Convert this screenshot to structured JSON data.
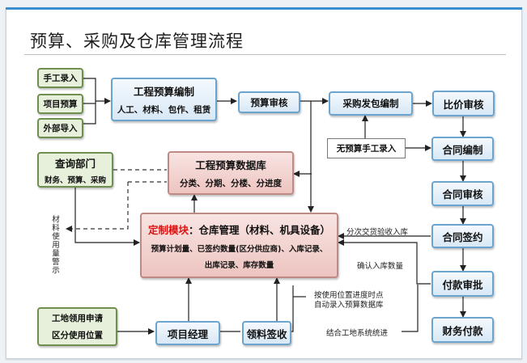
{
  "title": "预算、采购及仓库管理流程",
  "inputs": [
    "手工录入",
    "项目预算",
    "外部导入"
  ],
  "budget_compile": {
    "title": "工程预算编制",
    "detail": "人工、材料、包作、租赁"
  },
  "budget_review": "预算审核",
  "purchase_compile": "采购发包编制",
  "price_review": "比价审核",
  "no_budget_entry": "无预算手工录入",
  "contract_compile": "合同编制",
  "contract_review": "合同审核",
  "contract_sign": "合同签约",
  "payment_review": "付款审批",
  "finance_payment": "财务付款",
  "query_dept": {
    "title": "查询部门",
    "detail": "财务、预算、采购"
  },
  "budget_db": {
    "title": "工程预算数据库",
    "detail": "分类、分期、分楼、分进度"
  },
  "warehouse": {
    "prefix": "定制模块",
    "title": "：仓库管理（材料、机具设备）",
    "line1": "预算计划量、已签约数量(区分供应商)、入库记录、",
    "line2": "出库记录、库存数量"
  },
  "site_request": {
    "line1": "工地领用申请",
    "line2": "区分使用位置"
  },
  "project_manager": "项目经理",
  "material_sign": "领料签收",
  "notes": {
    "staged_delivery": "分次交货验收入库",
    "confirm_qty": "确认入库数量",
    "auto_record_1": "按使用位置进度时点",
    "auto_record_2": "自动录入预算数据库",
    "site_system": "结合工地系统统进",
    "usage_warning": "材料使用量警示"
  }
}
